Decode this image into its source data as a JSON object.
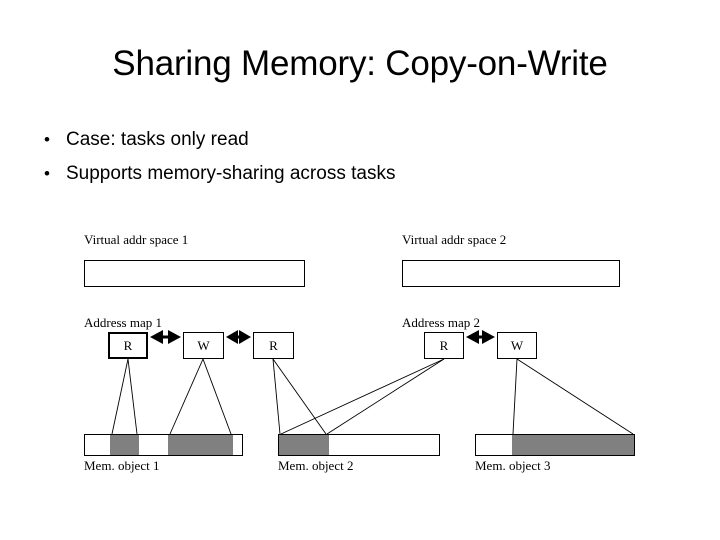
{
  "slide": {
    "title": "Sharing Memory: Copy-on-Write",
    "bullet_char": "•",
    "bullets": [
      "Case: tasks only read",
      "Supports memory-sharing across tasks"
    ]
  },
  "diagram": {
    "colors": {
      "stroke": "#000000",
      "fill_shared": "#808080",
      "fill_empty": "#ffffff",
      "background": "#ffffff"
    },
    "virtual_address_spaces": [
      {
        "label": "Virtual addr space 1"
      },
      {
        "label": "Virtual addr space 2"
      }
    ],
    "address_maps": [
      {
        "label": "Address map 1",
        "entries": [
          {
            "label": "R"
          },
          {
            "label": "W"
          },
          {
            "label": "R"
          }
        ]
      },
      {
        "label": "Address map 2",
        "entries": [
          {
            "label": "R"
          },
          {
            "label": "W"
          }
        ]
      }
    ],
    "memory_objects": [
      {
        "label": "Mem. object 1",
        "segments": [
          "empty",
          "shared",
          "empty",
          "shared",
          "empty"
        ]
      },
      {
        "label": "Mem. object 2",
        "segments": [
          "shared",
          "empty"
        ]
      },
      {
        "label": "Mem. object 3",
        "segments": [
          "empty",
          "shared"
        ]
      }
    ]
  }
}
